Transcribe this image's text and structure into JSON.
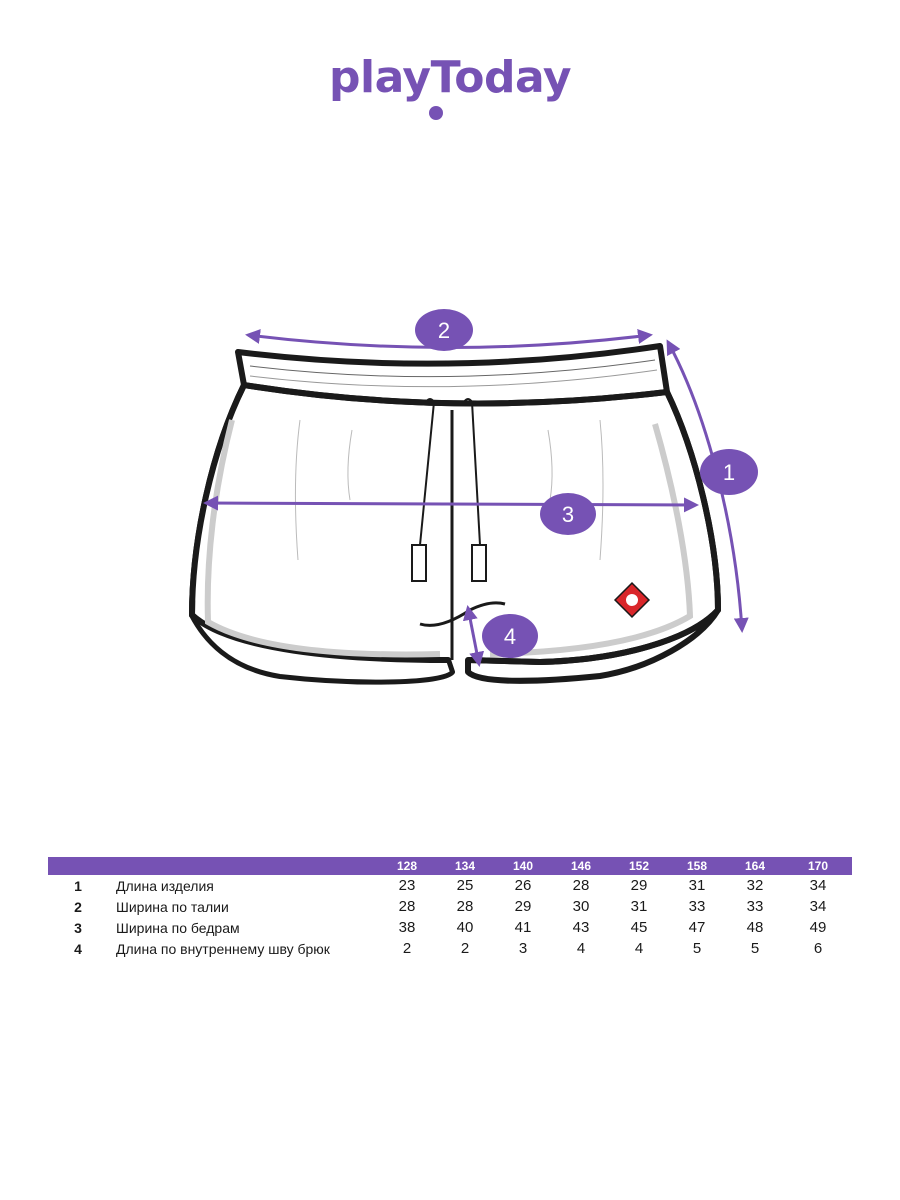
{
  "brand": {
    "logo_text": "playToday",
    "color": "#7652b4"
  },
  "diagram": {
    "markers": [
      {
        "id": "2",
        "label": "2"
      },
      {
        "id": "1",
        "label": "1"
      },
      {
        "id": "3",
        "label": "3"
      },
      {
        "id": "4",
        "label": "4"
      }
    ]
  },
  "size_table": {
    "sizes": [
      "128",
      "134",
      "140",
      "146",
      "152",
      "158",
      "164",
      "170"
    ],
    "rows": [
      {
        "num": "1",
        "label": "Длина изделия",
        "values": [
          "23",
          "25",
          "26",
          "28",
          "29",
          "31",
          "32",
          "34"
        ]
      },
      {
        "num": "2",
        "label": "Ширина по талии",
        "values": [
          "28",
          "28",
          "29",
          "30",
          "31",
          "33",
          "33",
          "34"
        ]
      },
      {
        "num": "3",
        "label": "Ширина по бедрам",
        "values": [
          "38",
          "40",
          "41",
          "43",
          "45",
          "47",
          "48",
          "49"
        ]
      },
      {
        "num": "4",
        "label": "Длина по внутреннему шву брюк",
        "values": [
          "2",
          "2",
          "3",
          "4",
          "4",
          "5",
          "5",
          "6"
        ]
      }
    ]
  }
}
